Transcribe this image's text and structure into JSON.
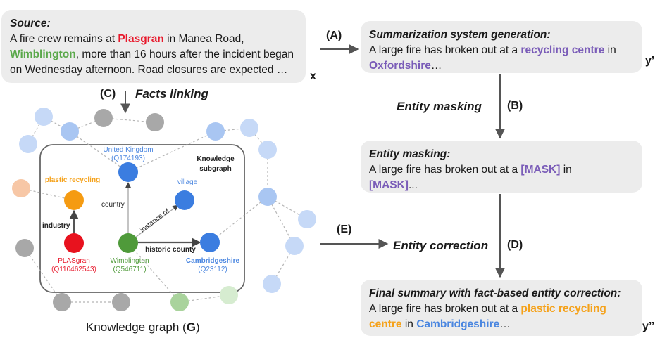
{
  "source": {
    "header": "Source:",
    "t1": "A fire crew remains at ",
    "e1": "Plasgran",
    "t2": " in Manea Road,",
    "e2": "Wimblington",
    "t3": ", more than 16 hours after the incident began on Wednesday afternoon. Road closures are expected …",
    "var": "x"
  },
  "summary": {
    "header": "Summarization system generation:",
    "t1": "A large fire has broken out at a ",
    "e1": "recycling centre",
    "t2": " in",
    "e2": "Oxfordshire",
    "t3": "…",
    "var": "y’"
  },
  "masking": {
    "header": "Entity masking:",
    "t1": " A large fire has broken out at a ",
    "e1": "[MASK]",
    "t2": "  in",
    "e2": "[MASK]",
    "t3": "..."
  },
  "final": {
    "header": "Final summary with fact-based entity correction:",
    "t1": "A large fire has broken out at a  ",
    "e1": "plastic recycling centre",
    "t2": " in ",
    "e2": "Cambridgeshire",
    "t3": "…",
    "var": "y’’"
  },
  "steps": {
    "A": "(A)",
    "B": "(B)",
    "B_text": "Entity masking",
    "C": "(C)",
    "C_text": "Facts linking",
    "D": "(D)",
    "E": "(E)",
    "E_text": "Entity correction"
  },
  "kg": {
    "caption_pre": "Knowledge graph (",
    "caption_g": "G",
    "caption_post": ")",
    "subgraph_l1": "Knowledge",
    "subgraph_l2": "subgraph",
    "uk_name": "United Kingdom",
    "uk_id": "(Q174193)",
    "village": "village",
    "plastic": "plastic recycling",
    "industry": "industry",
    "country": "country",
    "instance_of": "instance of",
    "historic_county": "historic county",
    "plasgran_name": "PLASgran",
    "plasgran_id": "(Q110462543)",
    "wimb_name": "Wimblington",
    "wimb_id": "(Q546711)",
    "cambs_name": "Cambridgeshire",
    "cambs_id": "(Q23112)"
  },
  "colors": {
    "red": "#e8192c",
    "green": "#5aa84a",
    "purple": "#7a5cb8",
    "orange": "#f5a21b",
    "blue": "#4a86e0",
    "box": "#ececec"
  }
}
